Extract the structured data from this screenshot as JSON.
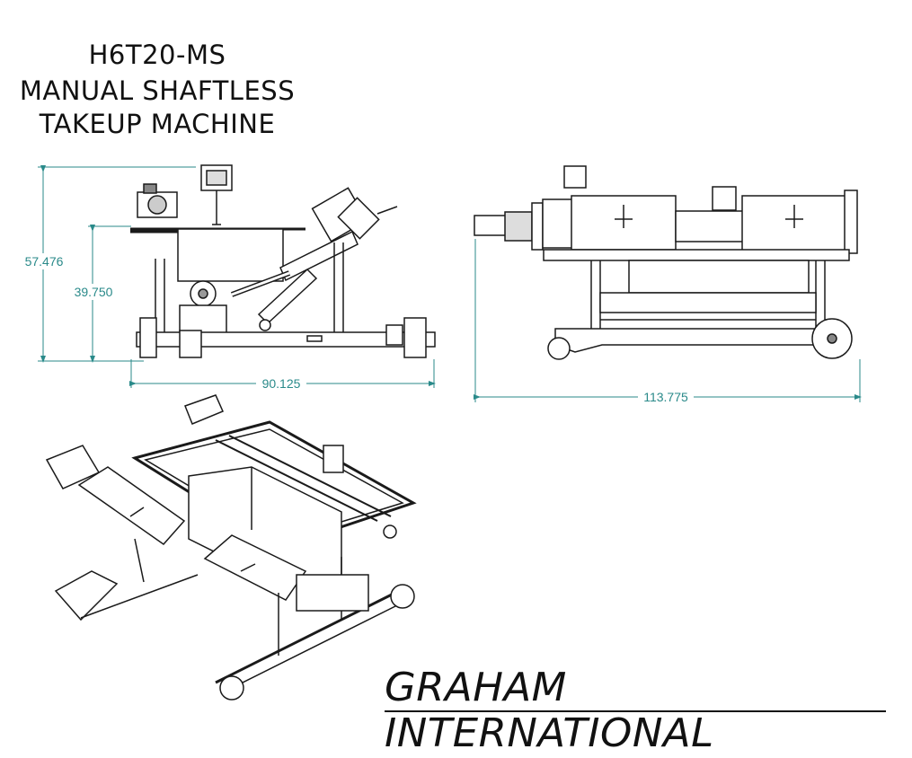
{
  "title": {
    "line1": "H6T20-MS",
    "line2": "MANUAL SHAFTLESS",
    "line3": "TAKEUP MACHINE"
  },
  "dimensions": {
    "overall_height": "57.476",
    "frame_height": "39.750",
    "side_width": "90.125",
    "front_width": "113.775"
  },
  "brand": "GRAHAM INTERNATIONAL",
  "colors": {
    "line": "#1a1a1a",
    "dimension": "#2a8a8a",
    "background": "#ffffff"
  }
}
